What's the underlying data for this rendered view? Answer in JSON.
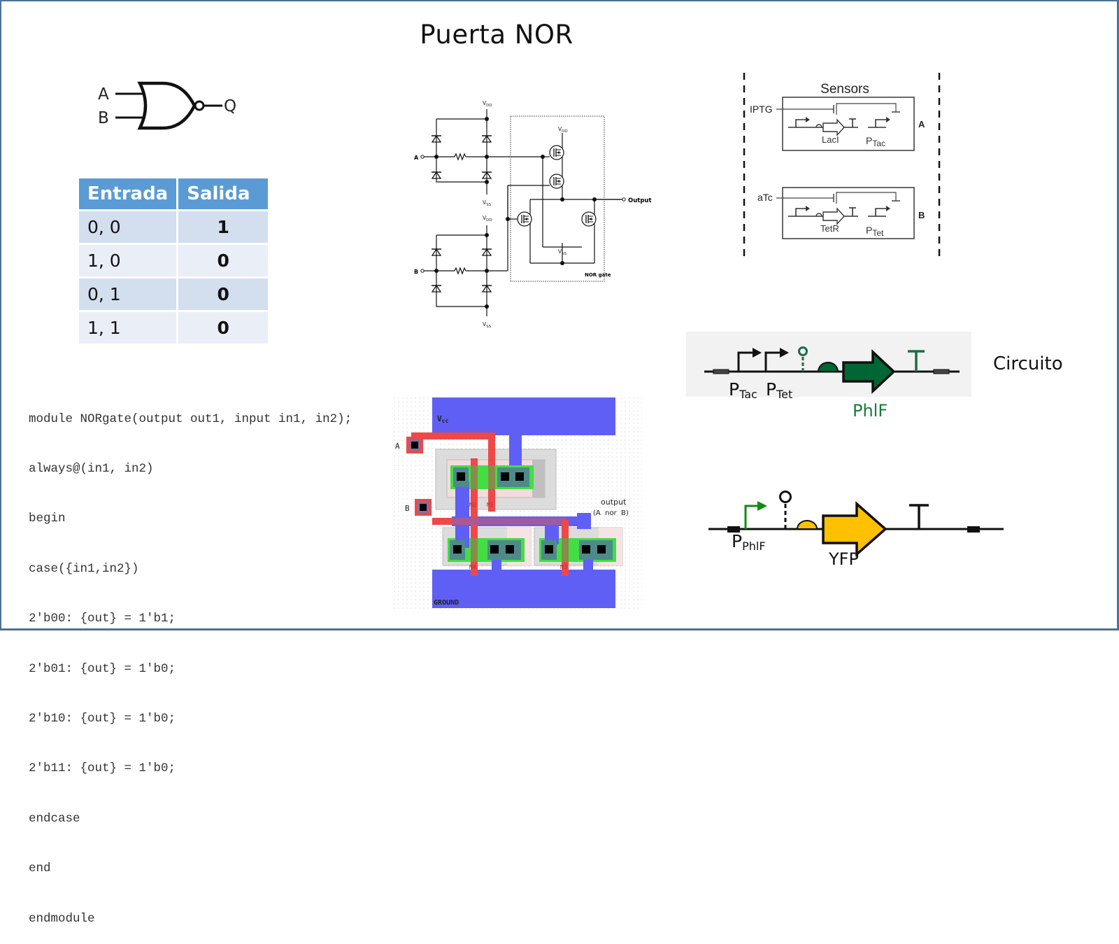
{
  "slide": {
    "title": "Puerta NOR"
  },
  "gate_symbol": {
    "input_a": "A",
    "input_b": "B",
    "output": "Q",
    "icon": "nor-gate-icon"
  },
  "truth_table": {
    "headers": [
      "Entrada",
      "Salida"
    ],
    "rows": [
      {
        "input": "0, 0",
        "output": "1"
      },
      {
        "input": "1, 0",
        "output": "0"
      },
      {
        "input": "0, 1",
        "output": "0"
      },
      {
        "input": "1, 1",
        "output": "0"
      }
    ],
    "colors": {
      "header": "#5b9bd5",
      "row_odd": "#d3deef",
      "row_even": "#eaeff7"
    }
  },
  "verilog_code": {
    "lines": [
      "module NORgate(output out1, input in1, in2);",
      "always@(in1, in2)",
      "begin",
      "case({in1,in2})",
      "2'b00: {out} = 1'b1;",
      "2'b01: {out} = 1'b0;",
      "2'b10: {out} = 1'b0;",
      "2'b11: {out} = 1'b0;",
      "endcase",
      "end",
      "endmodule"
    ]
  },
  "transistor_schematic": {
    "input_a": "A",
    "input_b": "B",
    "output": "Output",
    "vdd": "V",
    "vdd_sub": "DD",
    "vss": "V",
    "vss_sub": "SS",
    "box_label": "NOR gate"
  },
  "layout": {
    "vcc": "V",
    "vcc_sub": "cc",
    "ground": "GROUND",
    "input_a": "A",
    "input_b": "B",
    "output": "output",
    "output_expr": "(A  nor  B)",
    "transistors": [
      "M1",
      "M2",
      "M3",
      "M4"
    ],
    "colors": {
      "metal": "#5f5ff5",
      "poly": "#ee4848",
      "diffusion": "#44dd44",
      "contact": "#000000"
    }
  },
  "sensors": {
    "title": "Sensors",
    "sensor_a": {
      "inducer": "IPTG",
      "gene": "LacI",
      "promoter": "P",
      "promoter_sub": "Tac",
      "label": "A"
    },
    "sensor_b": {
      "inducer": "aTc",
      "gene": "TetR",
      "promoter": "P",
      "promoter_sub": "Tet",
      "label": "B"
    }
  },
  "genetic_circuit": {
    "label": "Circuito",
    "promoter1": "P",
    "promoter1_sub": "Tac",
    "promoter2": "P",
    "promoter2_sub": "Tet",
    "gene": "PhlF",
    "gene_color": "#006633"
  },
  "reporter": {
    "promoter": "P",
    "promoter_sub": "PhlF",
    "gene": "YFP",
    "gene_color": "#ffc000",
    "promoter_color": "#138a13"
  }
}
